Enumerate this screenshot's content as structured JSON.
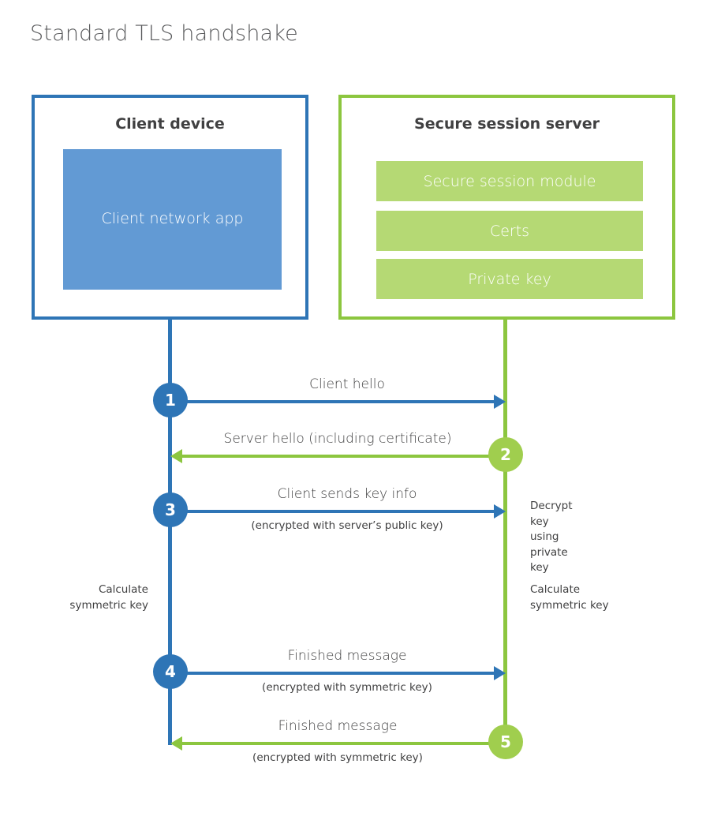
{
  "diagram": {
    "title": "Standard TLS handshake",
    "colors": {
      "client_blue": "#2E75B6",
      "client_app_fill": "#629AD4",
      "server_green": "#8CC63F",
      "server_bar_fill": "#B5D974",
      "step_green": "#A0CE4E",
      "text": "#404041",
      "title_text": "#58595b"
    },
    "client": {
      "title": "Client device",
      "app_label": "Client network\napp"
    },
    "server": {
      "title": "Secure session server",
      "components": [
        "Secure session module",
        "Certs",
        "Private key"
      ]
    },
    "steps": [
      {
        "number": "1",
        "label": "Client hello",
        "sub": "",
        "direction": "client-to-server",
        "color": "blue"
      },
      {
        "number": "2",
        "label": "Server hello (including certificate)",
        "sub": "",
        "direction": "server-to-client",
        "color": "green"
      },
      {
        "number": "3",
        "label": "Client sends key info",
        "sub": "(encrypted with server’s public key)",
        "direction": "client-to-server",
        "color": "blue"
      },
      {
        "number": "4",
        "label": "Finished message",
        "sub": "(encrypted with symmetric key)",
        "direction": "client-to-server",
        "color": "blue"
      },
      {
        "number": "5",
        "label": "Finished message",
        "sub": "(encrypted with symmetric key)",
        "direction": "server-to-client",
        "color": "green"
      }
    ],
    "annotations": {
      "decrypt_note": "Decrypt key using\nprivate key",
      "client_calculate_note": "Calculate\nsymmetric key",
      "server_calculate_note": "Calculate\nsymmetric key"
    }
  }
}
